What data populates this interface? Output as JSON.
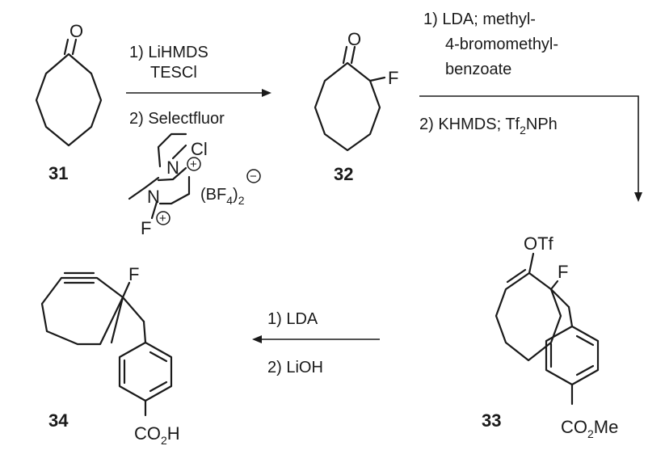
{
  "atoms": {
    "O": "O",
    "F": "F",
    "Cl": "Cl",
    "N": "N",
    "OTf": "OTf",
    "CO": "CO",
    "two": "2",
    "Me": "Me",
    "H": "H",
    "plus": "+",
    "minus": "−",
    "BF_open": "(BF",
    "four": "4",
    "close": ")"
  },
  "compounds": {
    "c31": "31",
    "c32": "32",
    "c33": "33",
    "c34": "34"
  },
  "step1": {
    "line1": "1) LiHMDS",
    "line2": "TESCl",
    "line3": "2) Selectfluor"
  },
  "step2": {
    "line1": "1) LDA; methyl-",
    "line2": "4-bromomethyl-",
    "line3": "benzoate",
    "line4_prefix": "2) KHMDS; Tf",
    "line4_sub": "2",
    "line4_suffix": "NPh"
  },
  "step3": {
    "line1": "1) LDA",
    "line2": "2) LiOH"
  }
}
